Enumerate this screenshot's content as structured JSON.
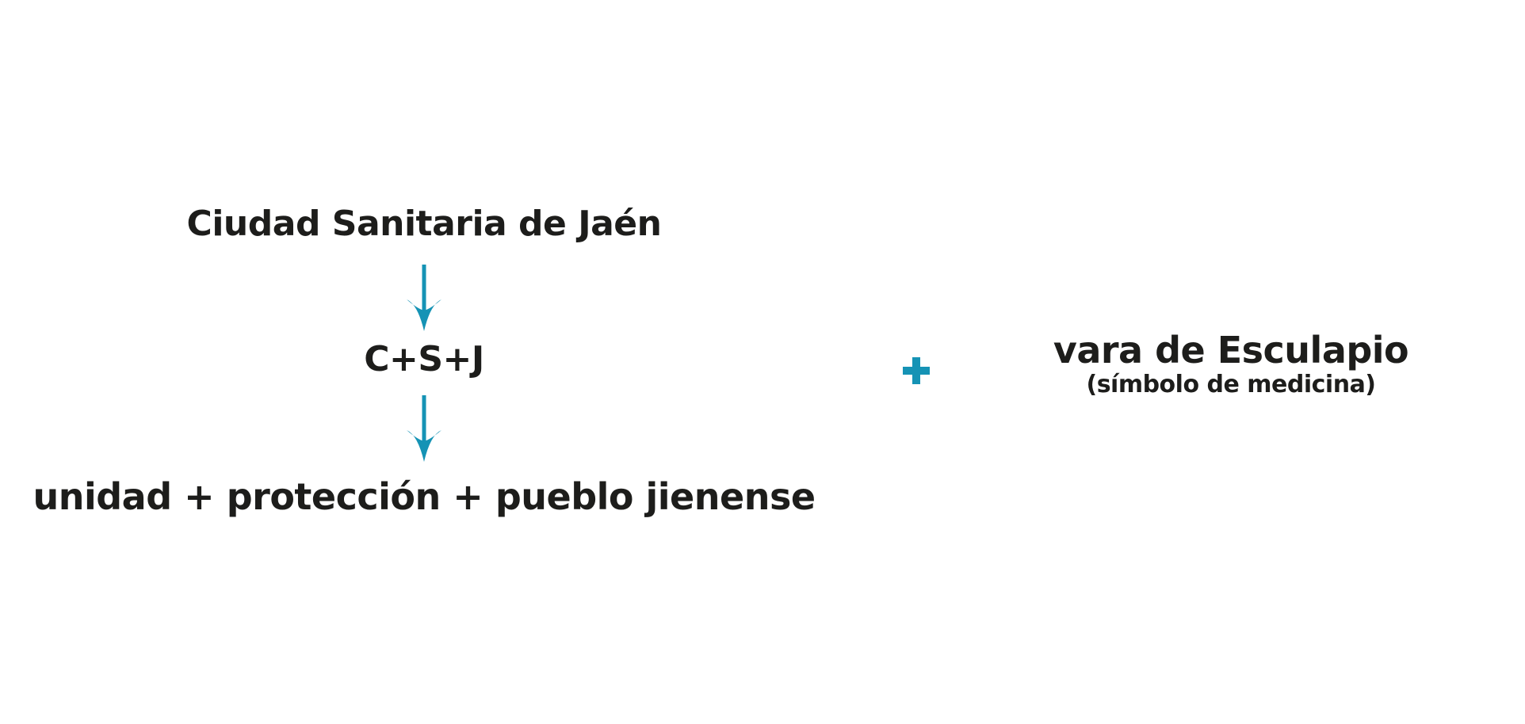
{
  "diagram": {
    "origin_text": "Ciudad Sanitaria de Jaén",
    "acronym": "C+S+J",
    "meaning": "unidad + protección + pueblo jienense",
    "combine_symbol": "plus-icon",
    "symbol_name": "vara de Esculapio",
    "symbol_description": "(símbolo de medicina)",
    "arrow_icon": "arrow-down-icon"
  },
  "colors": {
    "accent": "#1593b5",
    "text": "#1d1d1b",
    "background": "#ffffff"
  }
}
